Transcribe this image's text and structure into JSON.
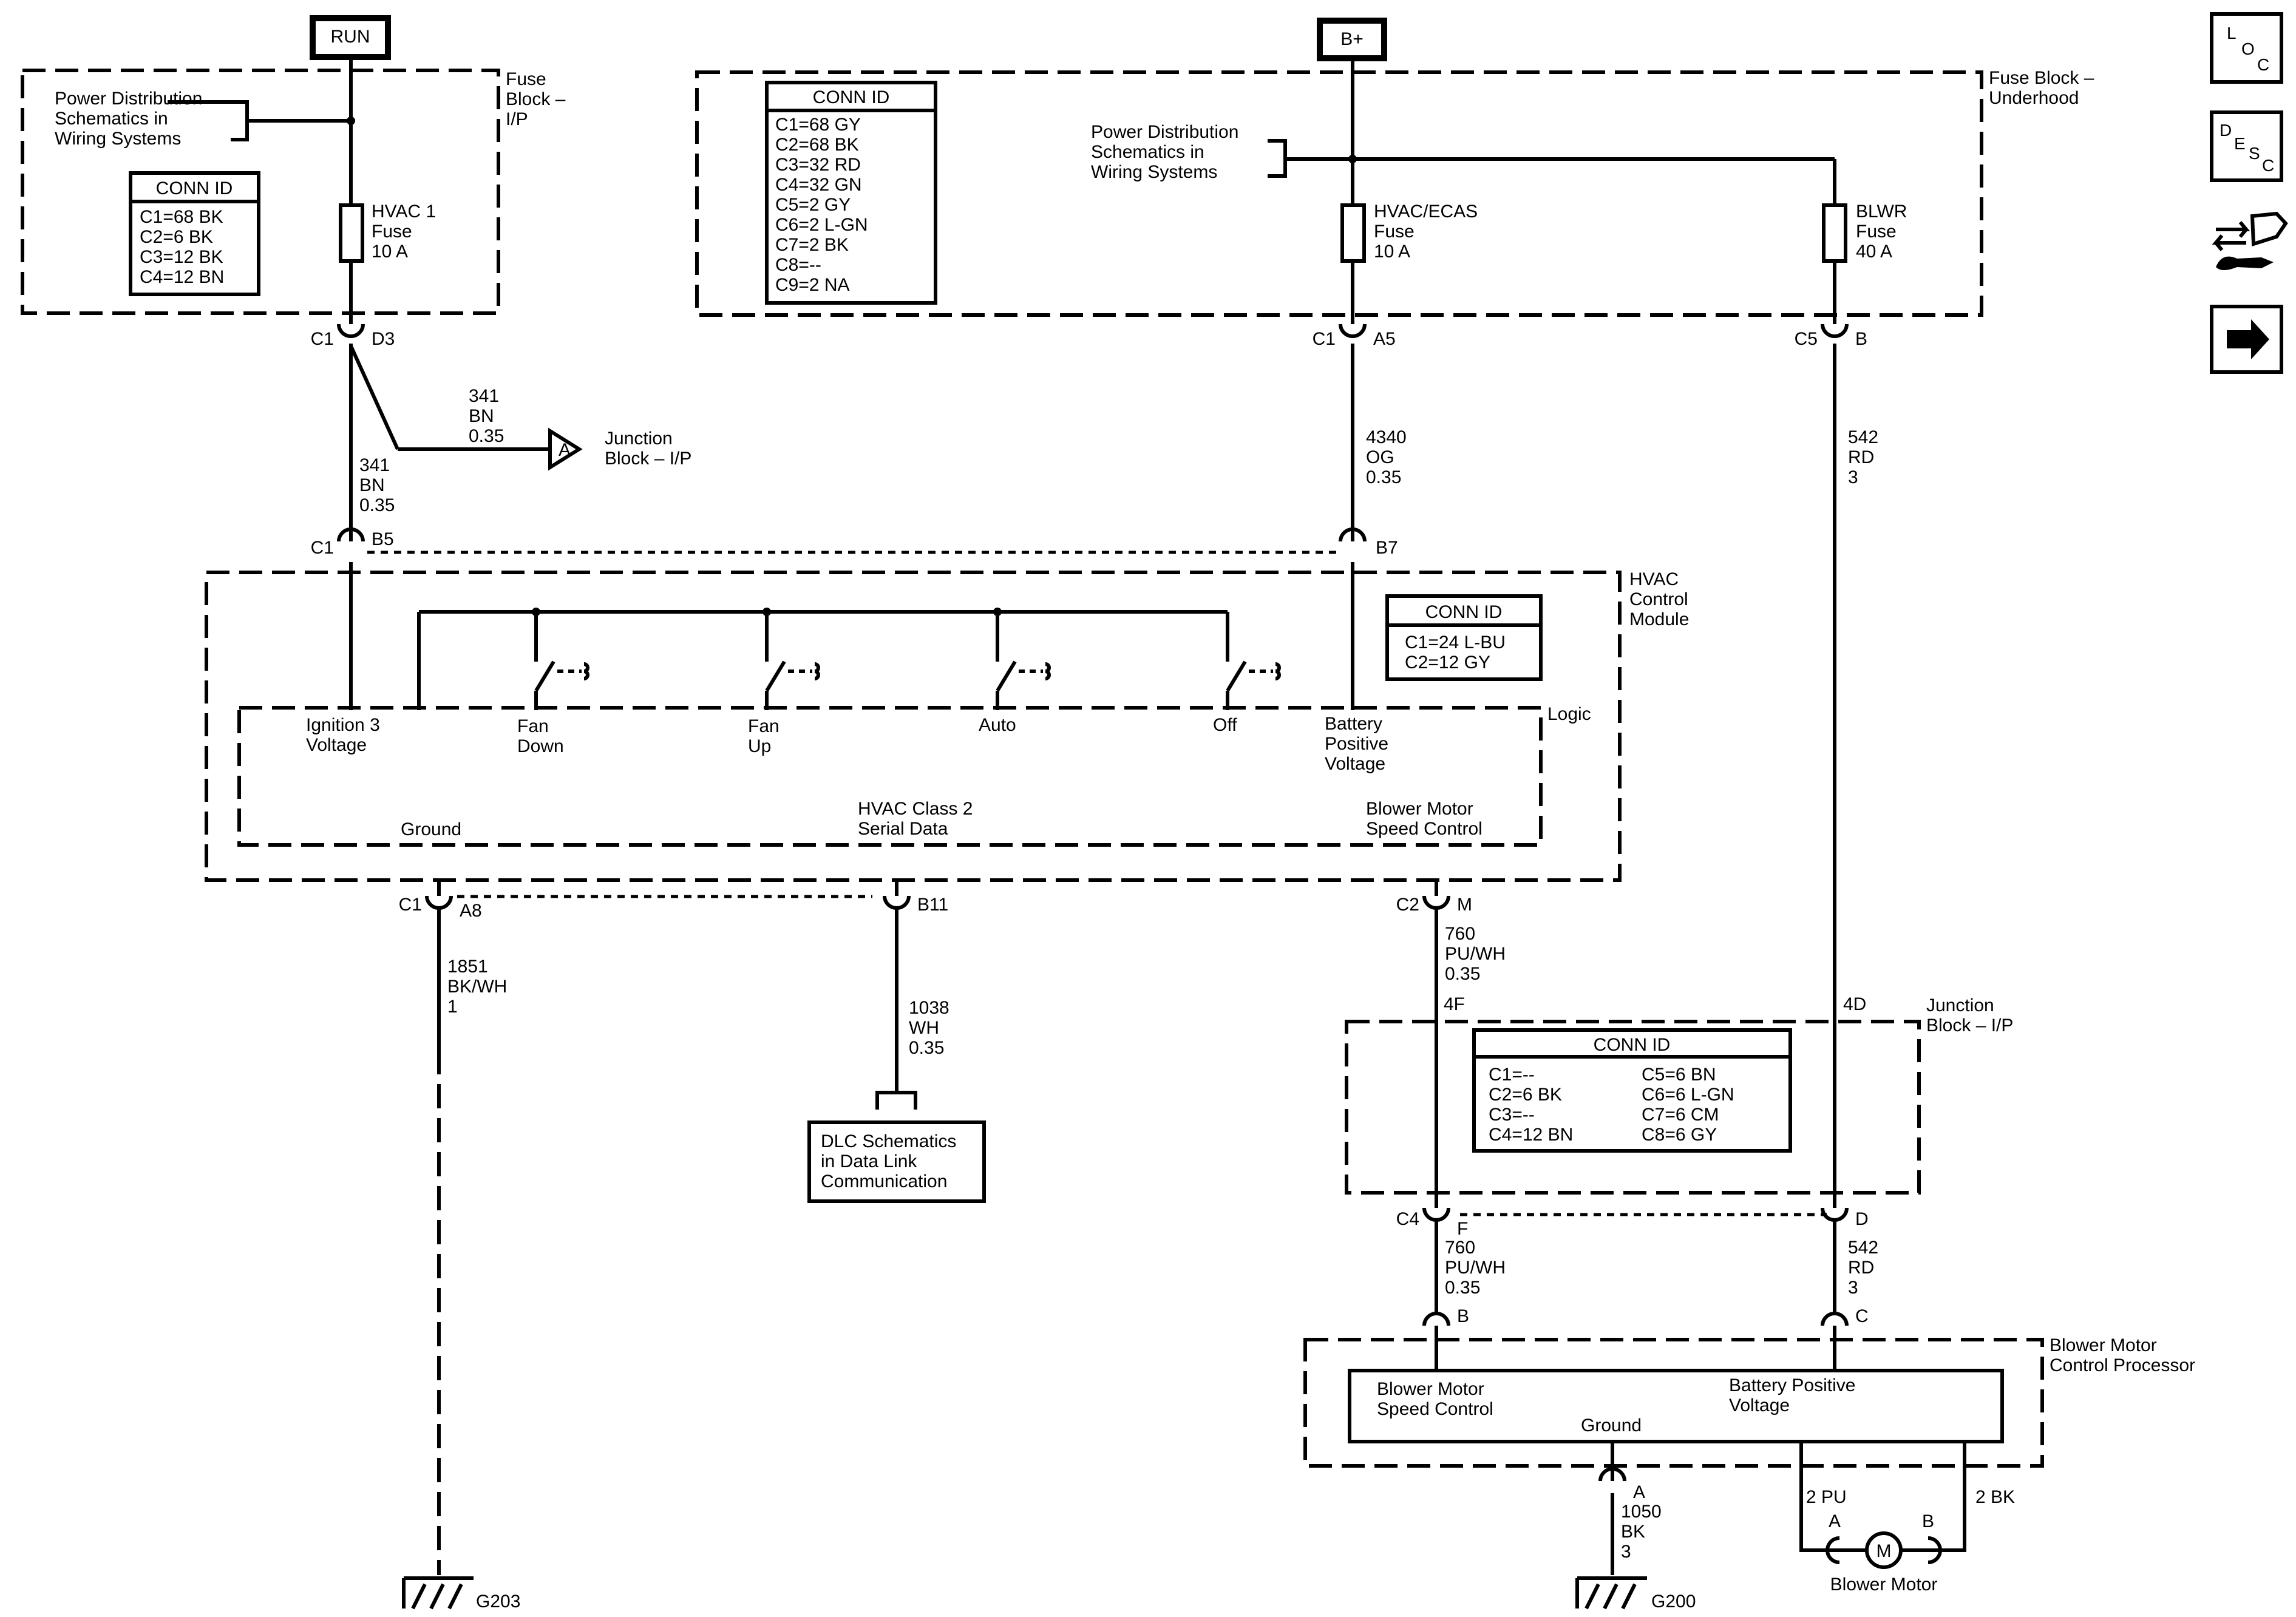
{
  "power_sources": {
    "run": "RUN",
    "bplus": "B+"
  },
  "fuse_block_ip": {
    "label": [
      "Fuse",
      "Block –",
      "I/P"
    ],
    "power_dist": [
      "Power Distribution",
      "Schematics in",
      "Wiring Systems"
    ],
    "conn_title": "CONN ID",
    "conn": [
      "C1=68 BK",
      "C2=6 BK",
      "C3=12 BK",
      "C4=12 BN"
    ],
    "fuse": [
      "HVAC 1",
      "Fuse",
      "10 A"
    ]
  },
  "fuse_block_underhood": {
    "label": [
      "Fuse Block –",
      "Underhood"
    ],
    "power_dist": [
      "Power Distribution",
      "Schematics in",
      "Wiring Systems"
    ],
    "conn_title": "CONN ID",
    "conn": [
      "C1=68 GY",
      "C2=68 BK",
      "C3=32 RD",
      "C4=32 GN",
      "C5=2 GY",
      "C6=2 L-GN",
      "C7=2 BK",
      "C8=--",
      "C9=2 NA"
    ],
    "fuse_hvac": [
      "HVAC/ECAS",
      "Fuse",
      "10 A"
    ],
    "fuse_blwr": [
      "BLWR",
      "Fuse",
      "40 A"
    ]
  },
  "connectors": {
    "c1d3": [
      "C1",
      "D3"
    ],
    "c1a5": [
      "C1",
      "A5"
    ],
    "c5b": [
      "C5",
      "B"
    ],
    "c1b5": [
      "C1",
      "B5"
    ],
    "b7": "B7",
    "c1a8": [
      "C1",
      "A8"
    ],
    "b11": "B11",
    "c2m": [
      "C2",
      "M"
    ],
    "f4": "4F",
    "d4": "4D",
    "c4f": [
      "C4",
      "F"
    ],
    "d": "D",
    "b": "B",
    "c": "C",
    "a_ground": "A",
    "motor_a": "A",
    "motor_b": "B"
  },
  "wires": {
    "w341_branch": [
      "341",
      "BN",
      "0.35"
    ],
    "w341": [
      "341",
      "BN",
      "0.35"
    ],
    "w4340": [
      "4340",
      "OG",
      "0.35"
    ],
    "w542_top": [
      "542",
      "RD",
      "3"
    ],
    "w1851": [
      "1851",
      "BK/WH",
      "1"
    ],
    "w1038": [
      "1038",
      "WH",
      "0.35"
    ],
    "w760_top": [
      "760",
      "PU/WH",
      "0.35"
    ],
    "w760_bot": [
      "760",
      "PU/WH",
      "0.35"
    ],
    "w542_bot": [
      "542",
      "RD",
      "3"
    ],
    "w1050": [
      "1050",
      "BK",
      "3"
    ],
    "w2pu": "2 PU",
    "w2bk": "2 BK"
  },
  "junction_ref": {
    "letter": "A",
    "label": [
      "Junction",
      "Block – I/P"
    ]
  },
  "hvac_module": {
    "label": [
      "HVAC",
      "Control",
      "Module"
    ],
    "logic": "Logic",
    "conn_title": "CONN ID",
    "conn": [
      "C1=24 L-BU",
      "C2=12 GY"
    ],
    "pins": {
      "ign": [
        "Ignition 3",
        "Voltage"
      ],
      "fan_down": [
        "Fan",
        "Down"
      ],
      "fan_up": [
        "Fan",
        "Up"
      ],
      "auto": "Auto",
      "off": "Off",
      "batt": [
        "Battery",
        "Positive",
        "Voltage"
      ],
      "ground": "Ground",
      "serial": [
        "HVAC Class 2",
        "Serial Data"
      ],
      "blower": [
        "Blower Motor",
        "Speed Control"
      ]
    }
  },
  "dlc": [
    "DLC Schematics",
    "in Data Link",
    "Communication"
  ],
  "junction_block_ip": {
    "label": [
      "Junction",
      "Block – I/P"
    ],
    "conn_title": "CONN ID",
    "conn_left": [
      "C1=--",
      "C2=6 BK",
      "C3=--",
      "C4=12 BN"
    ],
    "conn_right": [
      "C5=6 BN",
      "C6=6 L-GN",
      "C7=6 CM",
      "C8=6 GY"
    ]
  },
  "blower_processor": {
    "label": [
      "Blower Motor",
      "Control Processor"
    ],
    "speed": [
      "Blower Motor",
      "Speed Control"
    ],
    "batt": [
      "Battery Positive",
      "Voltage"
    ],
    "ground": "Ground"
  },
  "blower_motor": {
    "symbol": "M",
    "label": "Blower Motor"
  },
  "grounds": {
    "g203": "G203",
    "g200": "G200"
  },
  "nav": {
    "loc": [
      "L",
      "O",
      "C"
    ],
    "desc": [
      "D",
      "E",
      "S",
      "C"
    ]
  }
}
